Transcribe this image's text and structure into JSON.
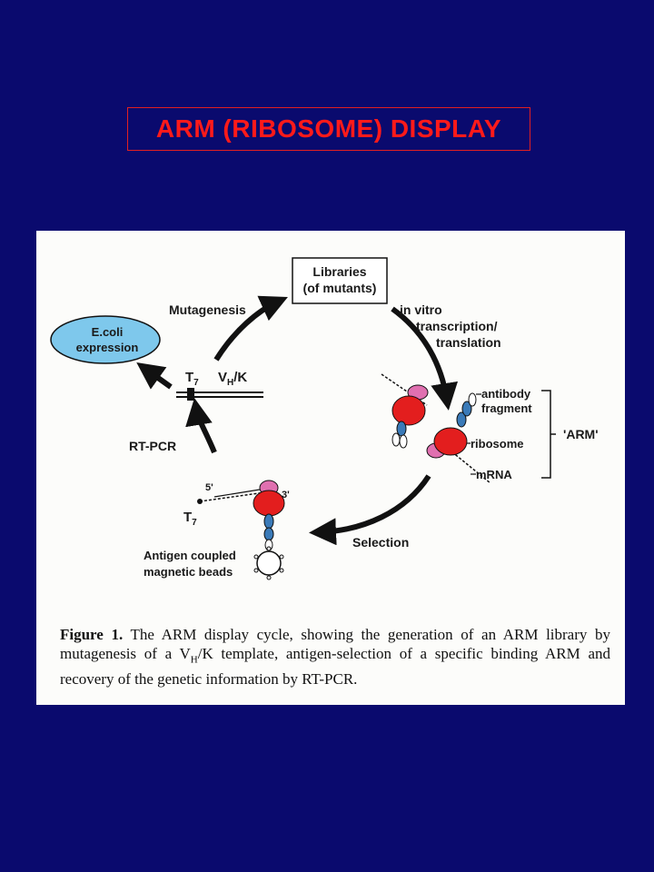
{
  "title": "ARM (RIBOSOME) DISPLAY",
  "colors": {
    "background": "#0a0a6e",
    "title_text": "#ff1a1a",
    "title_border": "#e02020",
    "ribosome": "#e31e1e",
    "antibody": "#3a7ab8",
    "ecoli_bubble": "#7ec8ec",
    "pink_subunit": "#e070b0"
  },
  "diagram": {
    "libraries_line1": "Libraries",
    "libraries_line2": "(of mutants)",
    "mutagenesis": "Mutagenesis",
    "in_vitro_line1": "in vitro",
    "in_vitro_line2": "transcription/",
    "in_vitro_line3": "translation",
    "ecoli_line1": "E.coli",
    "ecoli_line2": "expression",
    "t7_top": "T",
    "t7_top_sub": "7",
    "vhk_v": "V",
    "vhk_sub": "H",
    "vhk_rest": "/K",
    "antibody_line1": "antibody",
    "antibody_line2": "fragment",
    "ribosome": "ribosome",
    "mrna": "mRNA",
    "arm_label": "'ARM'",
    "rtpcr": "RT-PCR",
    "five_prime": "5'",
    "three_prime": "3'",
    "t7_bottom": "T",
    "t7_bottom_sub": "7",
    "selection": "Selection",
    "antigen_line1": "Antigen coupled",
    "antigen_line2": "magnetic beads"
  },
  "caption": {
    "label": "Figure 1.",
    "text_part1": " The ARM display cycle, showing the generation of an ARM library by mutagenesis of a V",
    "text_sub": "H",
    "text_part2": "/K template, antigen-selection of a specific binding ARM and recovery of the genetic information by RT-PCR."
  }
}
